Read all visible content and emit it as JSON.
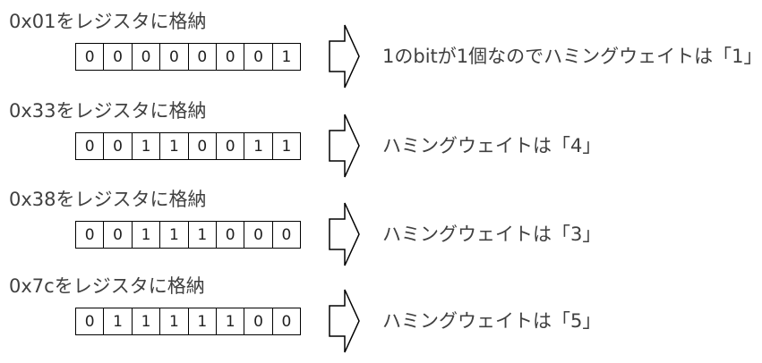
{
  "rows": [
    {
      "heading": "0x01をレジスタに格納",
      "bits": [
        "0",
        "0",
        "0",
        "0",
        "0",
        "0",
        "0",
        "1"
      ],
      "result": "1のbitが1個なのでハミングウェイトは「1」"
    },
    {
      "heading": "0x33をレジスタに格納",
      "bits": [
        "0",
        "0",
        "1",
        "1",
        "0",
        "0",
        "1",
        "1"
      ],
      "result": "ハミングウェイトは「4」"
    },
    {
      "heading": "0x38をレジスタに格納",
      "bits": [
        "0",
        "0",
        "1",
        "1",
        "1",
        "0",
        "0",
        "0"
      ],
      "result": "ハミングウェイトは「3」"
    },
    {
      "heading": "0x7cをレジスタに格納",
      "bits": [
        "0",
        "1",
        "1",
        "1",
        "1",
        "1",
        "0",
        "0"
      ],
      "result": "ハミングウェイトは「5」"
    }
  ]
}
